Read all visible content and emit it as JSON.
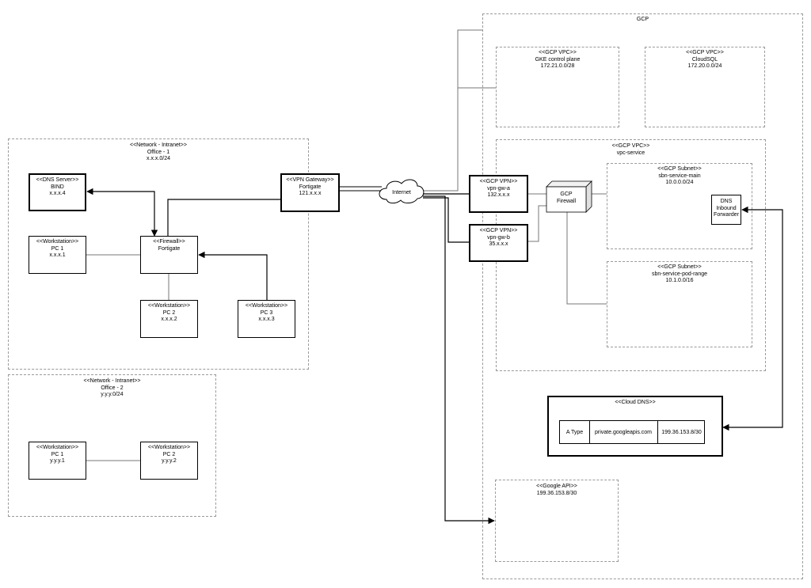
{
  "gcp": {
    "title": "GCP"
  },
  "gke": {
    "stereotype": "<<GCP VPC>>",
    "name": "GKE control plane",
    "cidr": "172.21.0.0/28"
  },
  "cloudsql": {
    "stereotype": "<<GCP VPC>>",
    "name": "CloudSQL",
    "cidr": "172.20.0.0/24"
  },
  "vpc_service": {
    "stereotype": "<<GCP VPC>>",
    "name": "vpc-service"
  },
  "subnet_main": {
    "stereotype": "<<GCP Subnet>>",
    "name": "sbn-service-main",
    "cidr": "10.0.0.0/24"
  },
  "dns_forwarder": {
    "line1": "DNS",
    "line2": "Inbound",
    "line3": "Forwarder"
  },
  "subnet_pod": {
    "stereotype": "<<GCP Subnet>>",
    "name": "sbn-service-pod-range",
    "cidr": "10.1.0.0/16"
  },
  "vpn_a": {
    "stereotype": "<<GCP VPN>>",
    "name": "vpn-gw-a",
    "ip": "132.x.x.x"
  },
  "vpn_b": {
    "stereotype": "<<GCP VPN>>",
    "name": "vpn-gw-b",
    "ip": "35.x.x.x"
  },
  "gcp_firewall": {
    "line1": "GCP",
    "line2": "Firewall"
  },
  "cloud_dns": {
    "stereotype": "<<Cloud DNS>>",
    "record": {
      "type": "A Type",
      "name": "private.googleapis.com",
      "value": "199.36.153.8/30"
    }
  },
  "google_api": {
    "stereotype": "<<Google API>>",
    "cidr": "199.36.153.8/30"
  },
  "internet": {
    "label": "Internet"
  },
  "office1": {
    "stereotype": "<<Network - Intranet>>",
    "name": "Office - 1",
    "cidr": "x.x.x.0/24",
    "dns": {
      "stereotype": "<<DNS Server>>",
      "name": "BIND",
      "ip": "x.x.x.4"
    },
    "vpn_gw": {
      "stereotype": "<<VPN Gateway>>",
      "name": "Fortigate",
      "ip": "121.x.x.x"
    },
    "pc1": {
      "stereotype": "<<Workstation>>",
      "name": "PC 1",
      "ip": "x.x.x.1"
    },
    "firewall": {
      "stereotype": "<<Firewall>>",
      "name": "Fortigate"
    },
    "pc2": {
      "stereotype": "<<Workstation>>",
      "name": "PC 2",
      "ip": "x.x.x.2"
    },
    "pc3": {
      "stereotype": "<<Workstation>>",
      "name": "PC 3",
      "ip": "x.x.x.3"
    }
  },
  "office2": {
    "stereotype": "<<Network - Intranet>>",
    "name": "Office - 2",
    "cidr": "y.y.y.0/24",
    "pc1": {
      "stereotype": "<<Workstation>>",
      "name": "PC 1",
      "ip": "y.y.y.1"
    },
    "pc2": {
      "stereotype": "<<Workstation>>",
      "name": "PC 2",
      "ip": "y.y.y.2"
    }
  }
}
